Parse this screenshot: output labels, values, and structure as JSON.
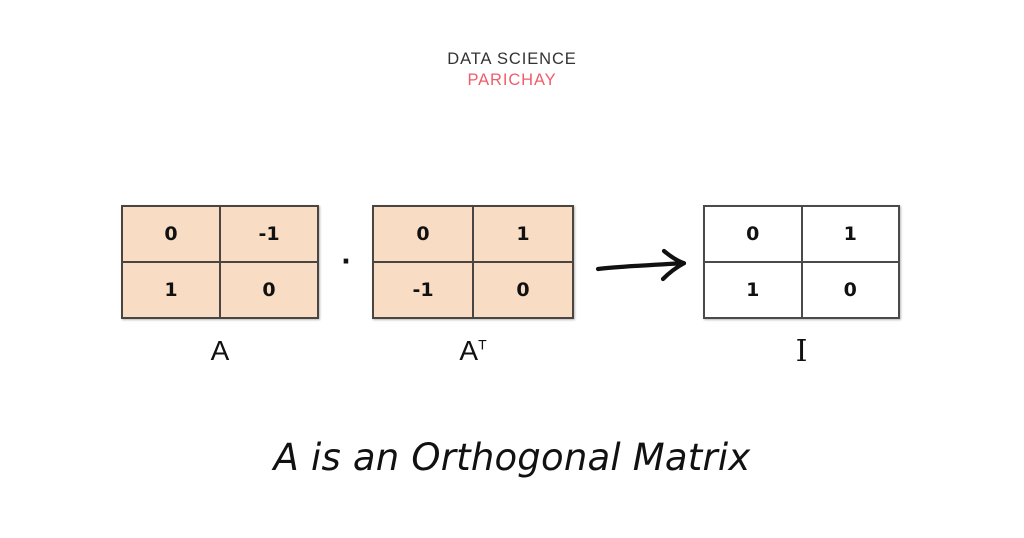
{
  "branding": {
    "line1": "DATA SCIENCE",
    "line2": "PARICHAY",
    "line1_color": "#333333",
    "line2_color": "#ef5d6b"
  },
  "equation": {
    "operator": "·",
    "arrow_icon": "right-arrow-icon",
    "matrices": [
      {
        "id": "matrix-a",
        "label": "A",
        "superscript": "",
        "fill_color": "#f8ddc4",
        "border_color": "#4a4540",
        "rows": [
          [
            "0",
            "-1"
          ],
          [
            "1",
            "0"
          ]
        ]
      },
      {
        "id": "matrix-a-transpose",
        "label": "A",
        "superscript": "T",
        "fill_color": "#f8ddc4",
        "border_color": "#4a4540",
        "rows": [
          [
            "0",
            "1"
          ],
          [
            "-1",
            "0"
          ]
        ]
      },
      {
        "id": "matrix-identity",
        "label": "I",
        "superscript": "",
        "fill_color": "#ffffff",
        "border_color": "#4a4a4a",
        "rows": [
          [
            "0",
            "1"
          ],
          [
            "1",
            "0"
          ]
        ]
      }
    ]
  },
  "caption": {
    "text": "A is an Orthogonal Matrix"
  }
}
